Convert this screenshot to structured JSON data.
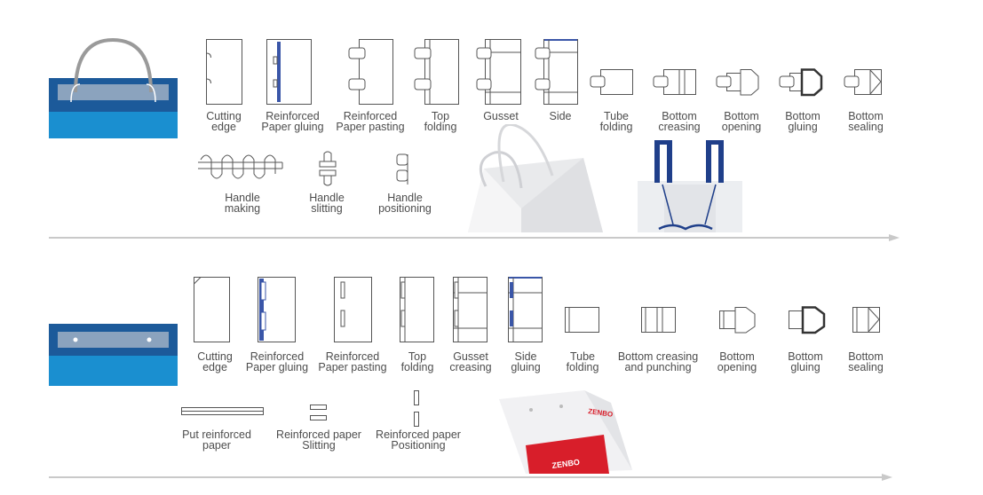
{
  "colors": {
    "machine_dark": "#1c5a9a",
    "machine_light": "#1a8fd0",
    "stroke": "#555555",
    "accent": "#3a56a8"
  },
  "row1": {
    "steps": [
      "Cutting\nedge",
      "Reinforced\nPaper gluing",
      "Reinforced\nPaper pasting",
      "Top\nfolding",
      "Gusset",
      "Side",
      "Tube\nfolding",
      "Bottom\ncreasing",
      "Bottom\nopening",
      "Bottom\ngluing",
      "Bottom\nsealing"
    ],
    "handle_steps": [
      "Handle\nmaking",
      "Handle\nslitting",
      "Handle\npositioning"
    ]
  },
  "row2": {
    "steps": [
      "Cutting\nedge",
      "Reinforced\nPaper gluing",
      "Reinforced\nPaper pasting",
      "Top\nfolding",
      "Gusset\ncreasing",
      "Side\ngluing",
      "Tube\nfolding",
      "Bottom creasing\nand punching",
      "Bottom\nopening",
      "Bottom\ngluing",
      "Bottom\nsealing"
    ],
    "patch_steps": [
      "Put reinforced\npaper",
      "Reinforced paper\nSlitting",
      "Reinforced paper\nPositioning"
    ],
    "bag_brand": "ZENBO"
  }
}
